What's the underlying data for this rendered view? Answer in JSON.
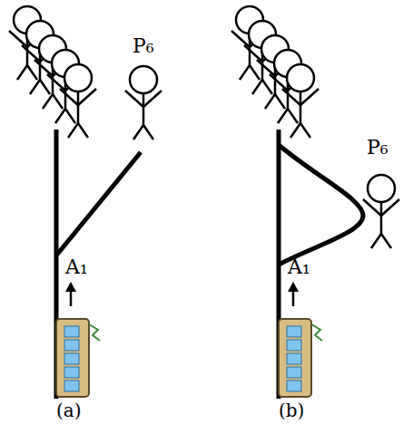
{
  "diagram": {
    "labels": [
      "P₆",
      "A₁",
      "(a)",
      "P₆",
      "A₁",
      "(b)"
    ]
  }
}
